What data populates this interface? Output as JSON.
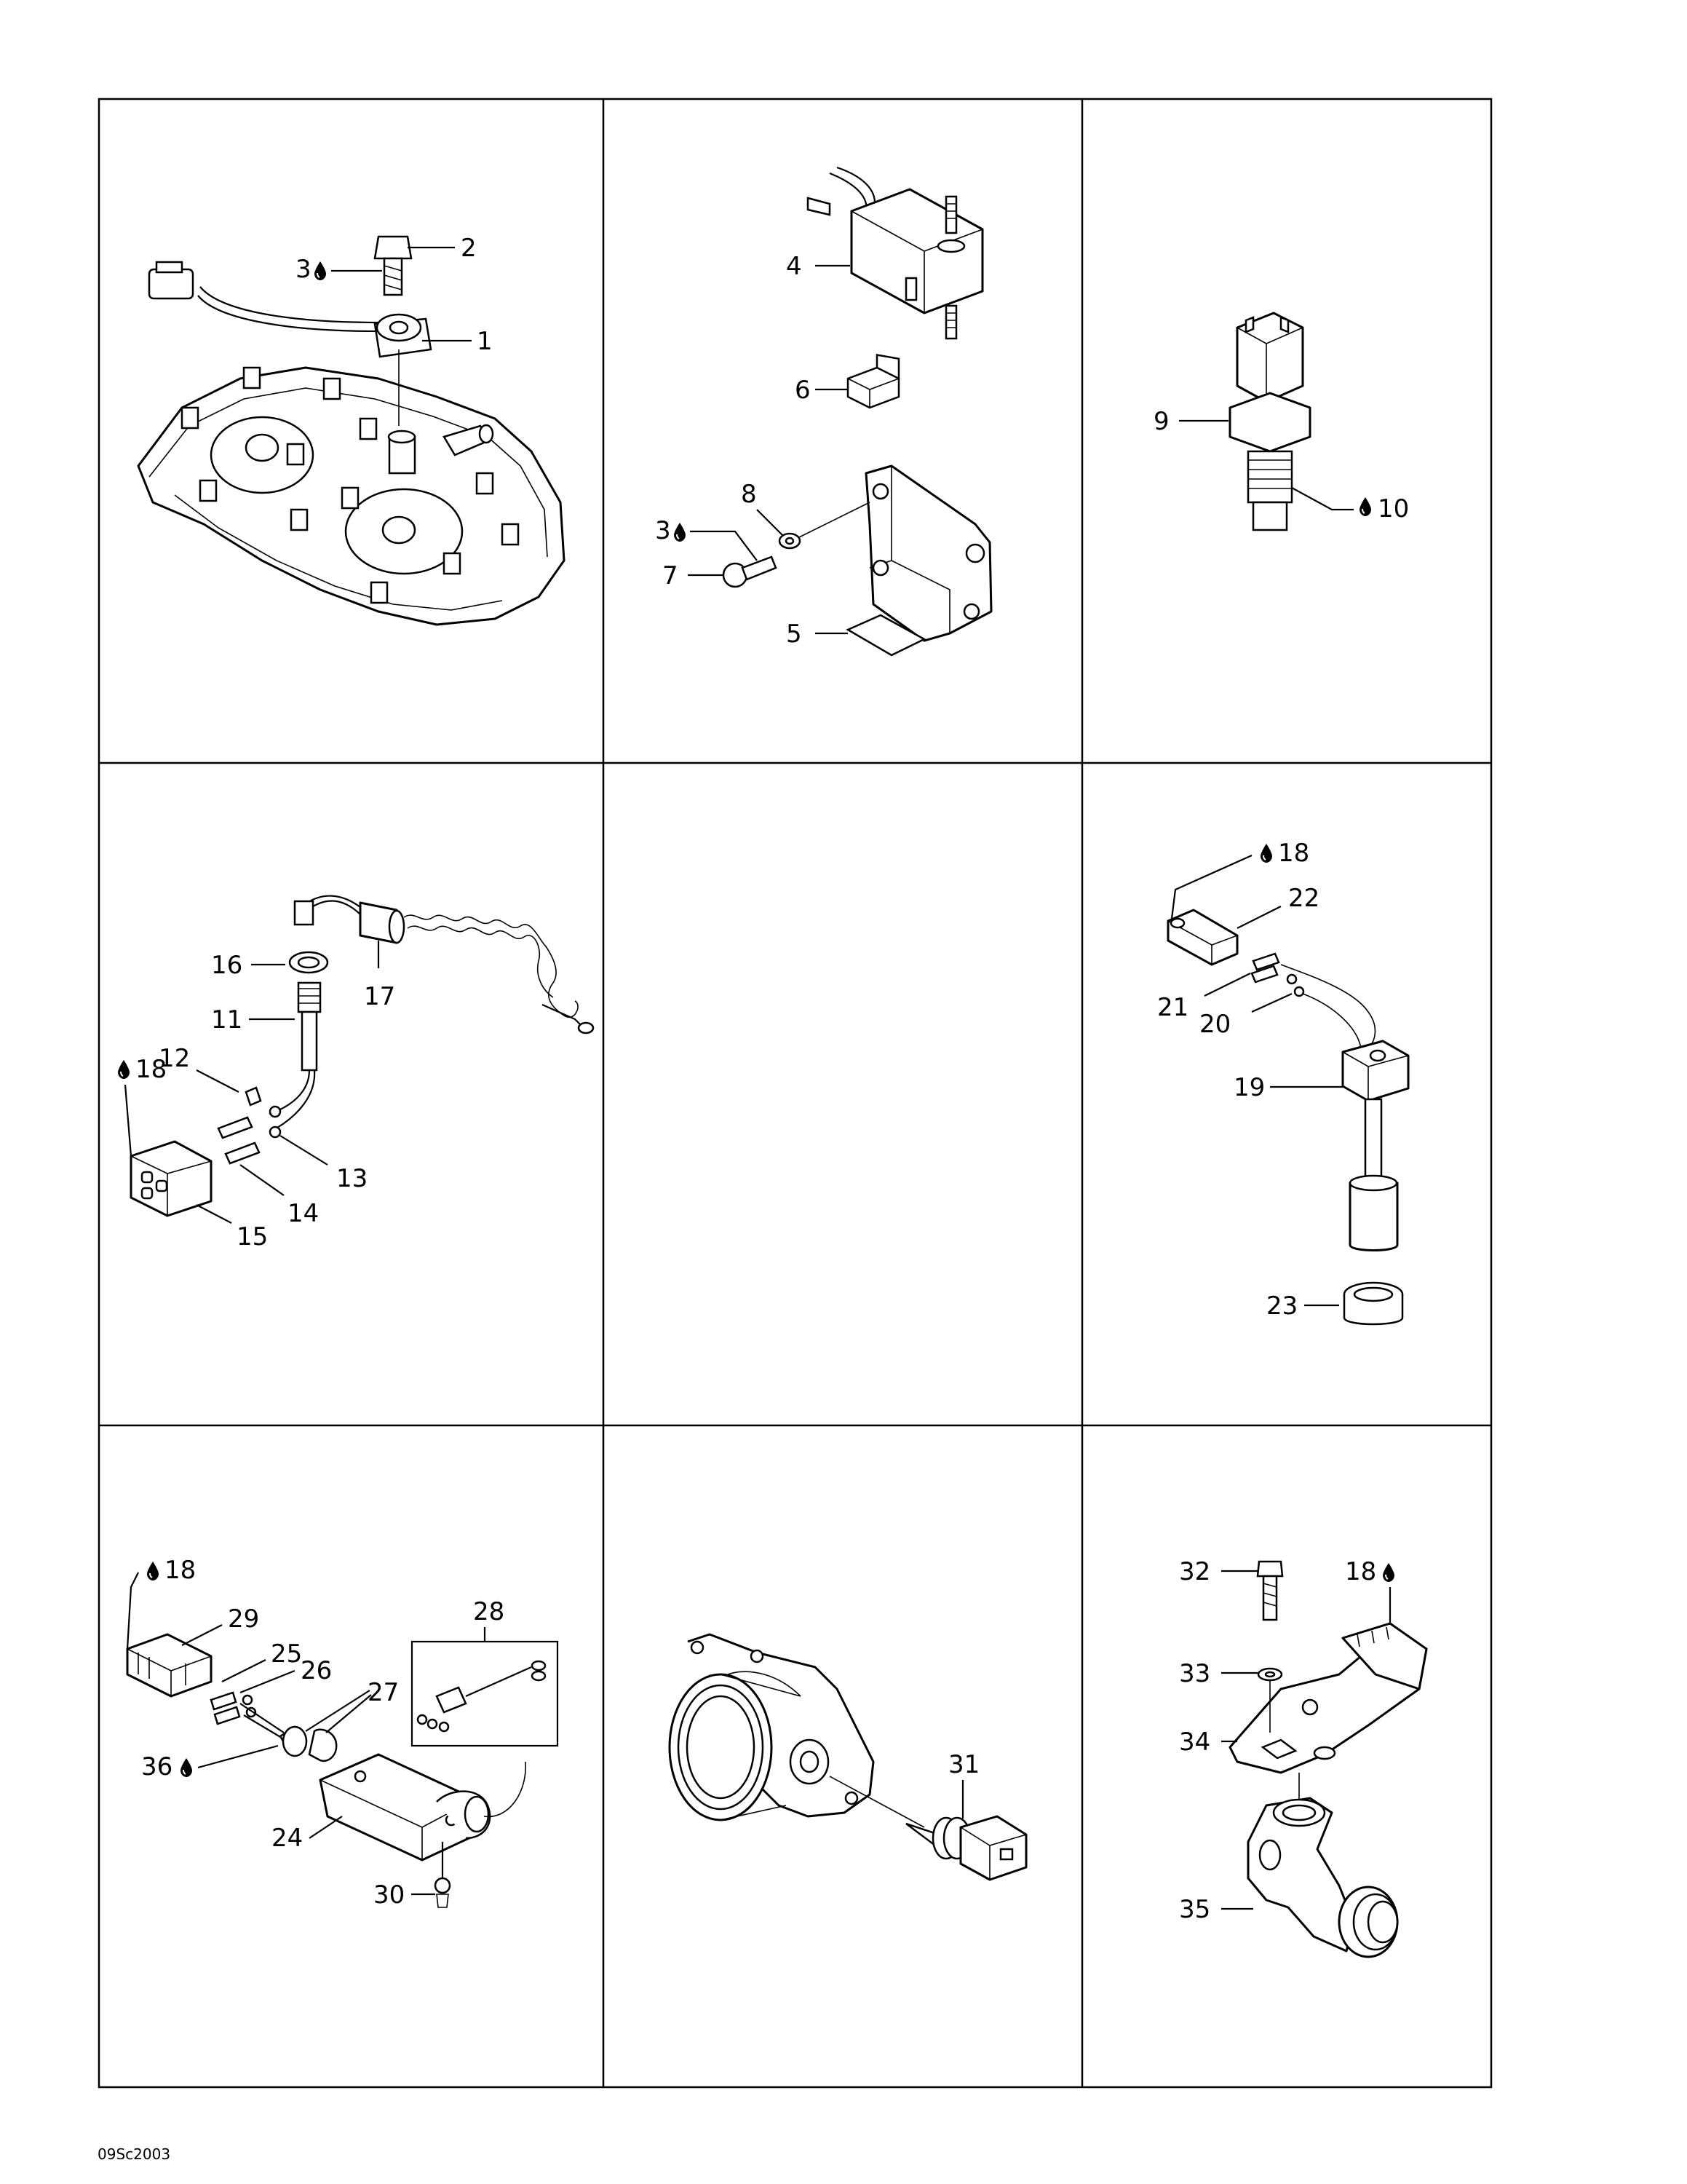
{
  "sheet_code": "09Sc2003",
  "labels": {
    "l1": "1",
    "l2": "2",
    "l3a": "3",
    "l3b": "3",
    "l4": "4",
    "l5": "5",
    "l6": "6",
    "l7": "7",
    "l8": "8",
    "l9": "9",
    "l10": "10",
    "l11": "11",
    "l12": "12",
    "l13": "13",
    "l14": "14",
    "l15": "15",
    "l16": "16",
    "l17": "17",
    "l18a": "18",
    "l18b": "18",
    "l19": "19",
    "l20": "20",
    "l21": "21",
    "l22": "22",
    "l23": "23",
    "l18c": "18",
    "l24": "24",
    "l25": "25",
    "l26": "26",
    "l27": "27",
    "l28": "28",
    "l29": "29",
    "l30": "30",
    "l36": "36",
    "l31": "31",
    "l18d": "18",
    "l32": "32",
    "l33": "33",
    "l34": "34",
    "l35": "35"
  },
  "icons": {
    "drop": "liquid-drop-icon"
  }
}
